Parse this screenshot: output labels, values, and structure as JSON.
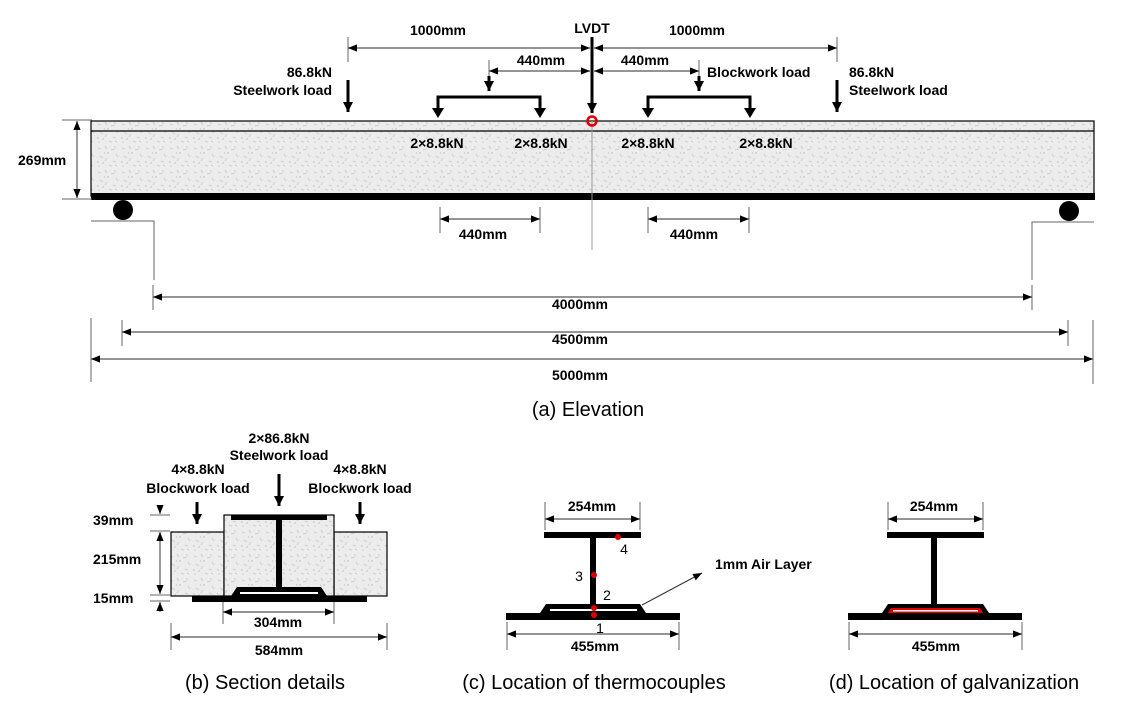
{
  "figure": {
    "elevation": {
      "caption": "(a)  Elevation",
      "lvdt_label": "LVDT",
      "depth_label": "269mm",
      "steelwork_left": {
        "force": "86.8kN",
        "name": "Steelwork load"
      },
      "steelwork_right": {
        "force": "86.8kN",
        "name": "Steelwork load"
      },
      "blockwork_label": "Blockwork load",
      "top_dims": {
        "left_1000": "1000mm",
        "right_1000": "1000mm",
        "left_440": "440mm",
        "right_440": "440mm"
      },
      "point_loads": [
        "2×8.8kN",
        "2×8.8kN",
        "2×8.8kN",
        "2×8.8kN"
      ],
      "bottom_dims": {
        "left_440": "440mm",
        "right_440": "440mm"
      },
      "spans": {
        "span_4000": "4000mm",
        "span_4500": "4500mm",
        "span_5000": "5000mm"
      },
      "colors": {
        "lvdt_marker": "#e00000",
        "concrete": "#e8e8e8"
      }
    },
    "section": {
      "caption": "(b)  Section details",
      "steel_load": {
        "force": "2×86.8kN",
        "name": "Steelwork load"
      },
      "block_left": {
        "force": "4×8.8kN",
        "name": "Blockwork load"
      },
      "block_right": {
        "force": "4×8.8kN",
        "name": "Blockwork load"
      },
      "dims": {
        "d39": "39mm",
        "d215": "215mm",
        "d15": "15mm",
        "w304": "304mm",
        "w584": "584mm"
      }
    },
    "thermocouples": {
      "caption": "(c)  Location of thermocouples",
      "top_width": "254mm",
      "bottom_width": "455mm",
      "air_layer": "1mm Air Layer",
      "points": [
        "1",
        "2",
        "3",
        "4"
      ],
      "colors": {
        "marker": "#e00000"
      }
    },
    "galvanization": {
      "caption": "(d)  Location of galvanization",
      "top_width": "254mm",
      "bottom_width": "455mm",
      "colors": {
        "galvanized": "#e00000"
      }
    }
  }
}
